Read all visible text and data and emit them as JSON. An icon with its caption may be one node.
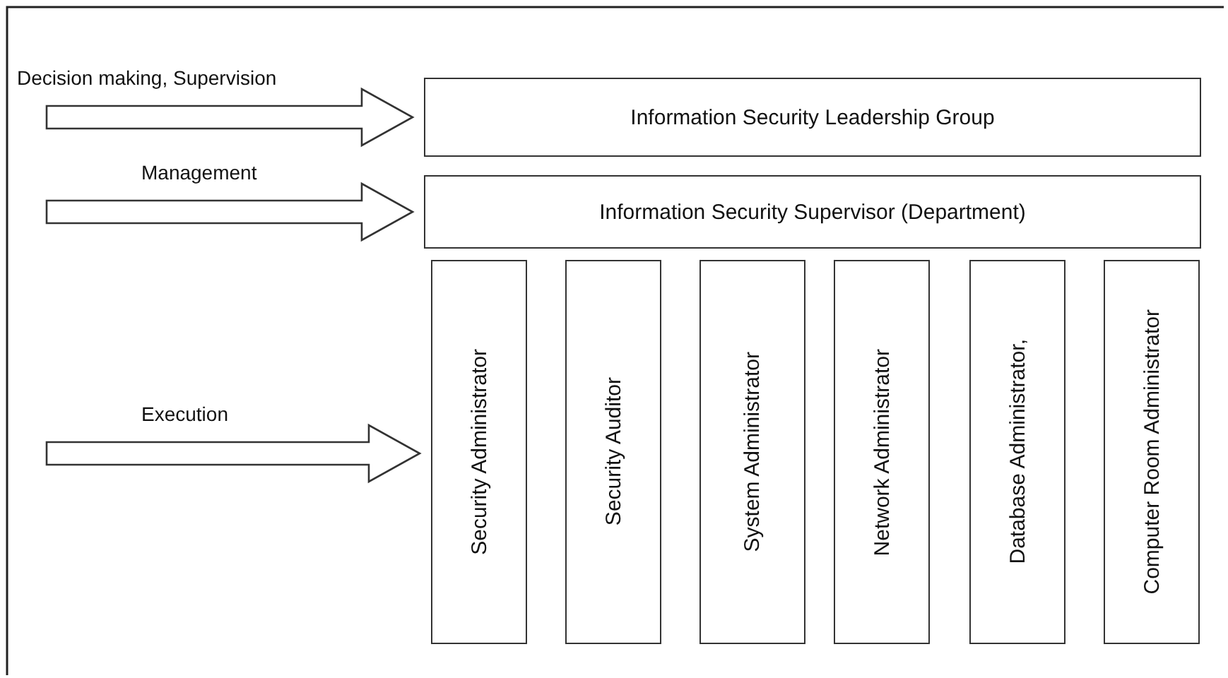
{
  "diagram": {
    "nodes": [
      {
        "text": [
          "Information Security Leadership Group"
        ]
      },
      {
        "text": [
          "Information Security Supervisor (Department)"
        ]
      },
      {
        "text": [
          "Security Administrator"
        ]
      },
      {
        "text": [
          "Security Auditor"
        ]
      },
      {
        "text": [
          "System Administrator"
        ]
      },
      {
        "text": [
          "Network Administrator"
        ]
      },
      {
        "text": [
          "Database Administrator,"
        ]
      },
      {
        "text": [
          "Computer Room Administrator"
        ]
      }
    ],
    "edges": [
      {
        "from": null,
        "to": 0,
        "arrow": "to",
        "label": "Decision making, Supervision"
      },
      {
        "from": null,
        "to": 1,
        "arrow": "to",
        "label": "Management"
      },
      {
        "from": null,
        "to": 2,
        "arrow": "to",
        "label": "Execution"
      }
    ]
  }
}
